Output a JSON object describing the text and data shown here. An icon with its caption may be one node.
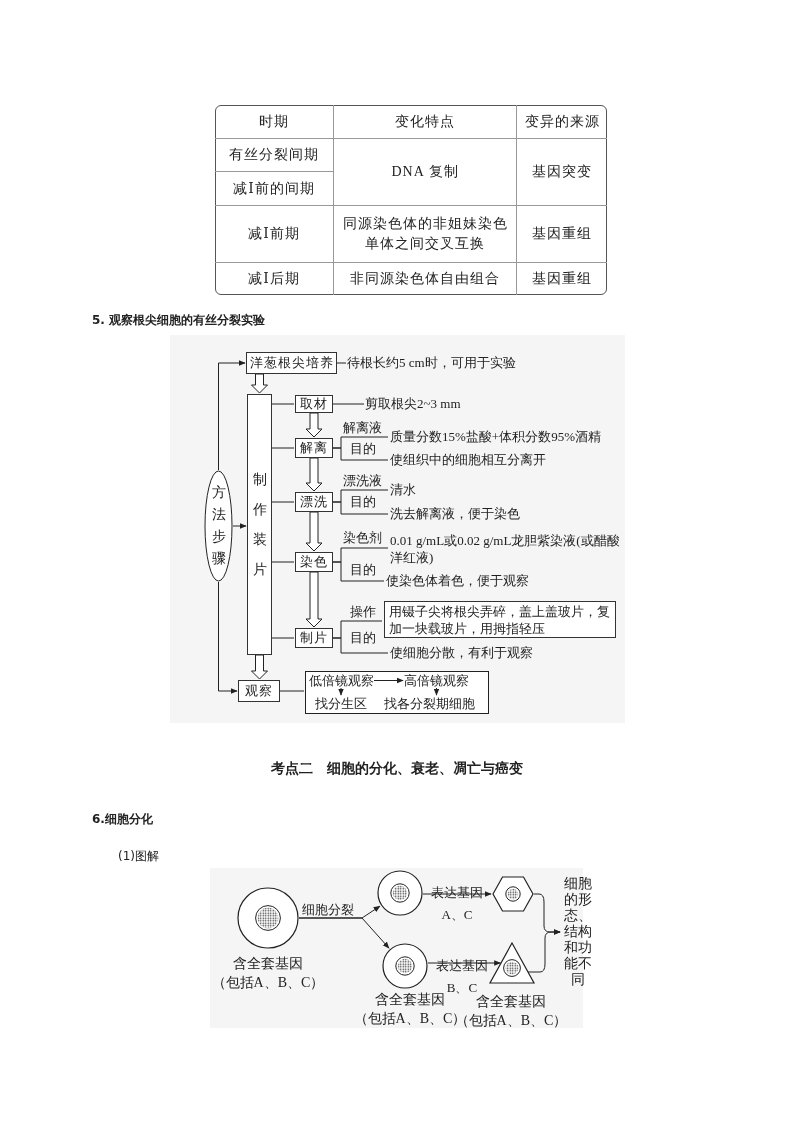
{
  "diagram": {
    "nodes": [
      {
        "text": [
          "方法步骤"
        ]
      },
      {
        "text": [
          "洋葱根尖培养"
        ]
      },
      {
        "text": [
          "待根长约5 cm时，可用于实验"
        ]
      },
      {
        "text": [
          "制作装片"
        ]
      },
      {
        "text": [
          "取材"
        ]
      },
      {
        "text": [
          "剪取根尖2~3 mm"
        ]
      },
      {
        "text": [
          "解离"
        ]
      },
      {
        "text": [
          "质量分数15%盐酸+体积分数95%酒精"
        ]
      },
      {
        "text": [
          "使组织中的细胞相互分离开"
        ]
      },
      {
        "text": [
          "漂洗"
        ]
      },
      {
        "text": [
          "清水"
        ]
      },
      {
        "text": [
          "洗去解离液，便于染色"
        ]
      },
      {
        "text": [
          "染色"
        ]
      },
      {
        "text": [
          "0.01 g/mL或0.02 g/mL龙胆紫染液(或醋酸洋红液)"
        ]
      },
      {
        "text": [
          "使染色体着色，便于观察"
        ]
      },
      {
        "text": [
          "制片"
        ]
      },
      {
        "text": [
          "用镊子尖将根尖弄碎，盖上盖玻片，复加一块载玻片，用拇指轻压"
        ]
      },
      {
        "text": [
          "使细胞分散，有利于观察"
        ]
      },
      {
        "text": [
          "观察"
        ]
      },
      {
        "text": [],
        "shape": "box"
      },
      {
        "text": [
          "低倍镜观察"
        ],
        "in": 19
      },
      {
        "text": [
          "高倍镜观察"
        ],
        "in": 19
      },
      {
        "text": [
          "找分生区"
        ],
        "in": 19
      },
      {
        "text": [
          "找各分裂期细胞"
        ],
        "in": 19
      },
      {
        "text": [],
        "shape": "circle",
        "beside": [
          "含全套基因（包括A、B、C）"
        ]
      },
      {
        "text": [],
        "shape": "circle"
      },
      {
        "text": [],
        "shape": "circle",
        "beside": [
          "含全套基因（包括A、B、C）"
        ]
      },
      {
        "text": [],
        "shape": "hexagon"
      },
      {
        "text": [],
        "shape": "triangle",
        "beside": [
          "含全套基因（包括A、B、C）"
        ]
      },
      {
        "text": [
          "细胞的形态、结构和功能不同"
        ]
      }
    ],
    "edges": [
      {
        "from": 0,
        "to": 1,
        "arrow": "to"
      },
      {
        "from": 1,
        "to": 2,
        "arrow": "none"
      },
      {
        "from": 1,
        "to": 3,
        "arrow": "to",
        "style": "thick"
      },
      {
        "from": 0,
        "to": 3,
        "arrow": "to"
      },
      {
        "from": 0,
        "to": 18,
        "arrow": "to"
      },
      {
        "from": 3,
        "to": 4,
        "arrow": "none"
      },
      {
        "from": 3,
        "to": 6,
        "arrow": "none"
      },
      {
        "from": 3,
        "to": 9,
        "arrow": "none"
      },
      {
        "from": 3,
        "to": 12,
        "arrow": "none"
      },
      {
        "from": 3,
        "to": 15,
        "arrow": "none"
      },
      {
        "from": 4,
        "to": 5,
        "arrow": "none"
      },
      {
        "from": 4,
        "to": 6,
        "arrow": "to",
        "style": "thick"
      },
      {
        "from": 6,
        "to": 7,
        "arrow": "none",
        "label": "解离液"
      },
      {
        "from": 6,
        "to": 8,
        "arrow": "none",
        "label": "目的"
      },
      {
        "from": 6,
        "to": 9,
        "arrow": "to",
        "style": "thick"
      },
      {
        "from": 9,
        "to": 10,
        "arrow": "none",
        "label": "漂洗液"
      },
      {
        "from": 9,
        "to": 11,
        "arrow": "none",
        "label": "目的"
      },
      {
        "from": 9,
        "to": 12,
        "arrow": "to",
        "style": "thick"
      },
      {
        "from": 12,
        "to": 13,
        "arrow": "none",
        "label": "染色剂"
      },
      {
        "from": 12,
        "to": 14,
        "arrow": "none",
        "label": "目的"
      },
      {
        "from": 12,
        "to": 15,
        "arrow": "to",
        "style": "thick"
      },
      {
        "from": 15,
        "to": 16,
        "arrow": "none",
        "label": "操作"
      },
      {
        "from": 15,
        "to": 17,
        "arrow": "none",
        "label": "目的"
      },
      {
        "from": 3,
        "to": 18,
        "arrow": "to",
        "style": "thick"
      },
      {
        "from": 18,
        "to": 19,
        "arrow": "none"
      },
      {
        "from": 20,
        "to": 21,
        "arrow": "to"
      },
      {
        "from": 20,
        "to": 22,
        "arrow": "to"
      },
      {
        "from": 21,
        "to": 23,
        "arrow": "to"
      },
      {
        "from": 24,
        "to": 25,
        "arrow": "to",
        "label": "细胞分裂"
      },
      {
        "from": 24,
        "to": 26,
        "arrow": "to"
      },
      {
        "from": 25,
        "to": 27,
        "arrow": "to",
        "label": "表达基因A、C"
      },
      {
        "from": 26,
        "to": 28,
        "arrow": "to",
        "label": "表达基因B、C"
      },
      {
        "from": 27,
        "to": 29,
        "arrow": "to"
      },
      {
        "from": 28,
        "to": 29,
        "arrow": "to"
      }
    ],
    "labels": [
      "时期",
      "变化特点",
      "变异的来源",
      "有丝分裂间期",
      "DNA 复制",
      "基因突变",
      "减Ⅰ前的间期",
      "减Ⅰ前期",
      "同源染色体的非姐妹染色单体之间交叉互换",
      "基因重组",
      "减Ⅰ后期",
      "非同源染色体自由组合",
      "基因重组",
      "5. 观察根尖细胞的有丝分裂实验",
      "考点二　细胞的分化、衰老、凋亡与癌变",
      "6.细胞分化",
      "(1)图解"
    ]
  }
}
